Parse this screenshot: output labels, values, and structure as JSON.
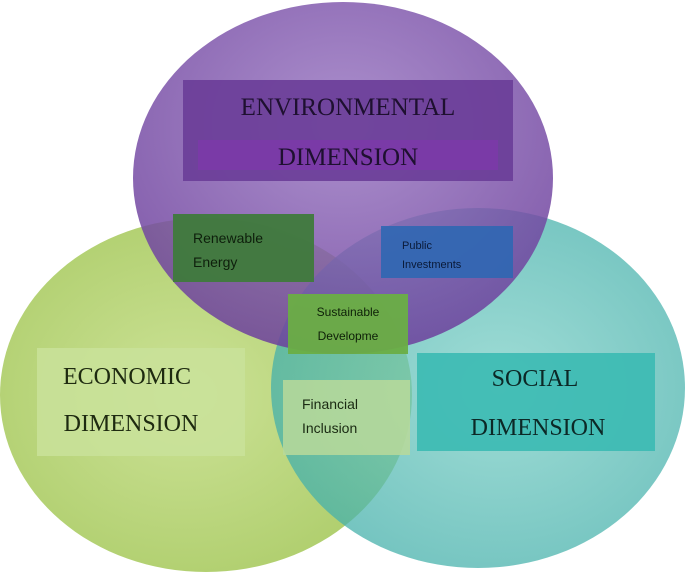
{
  "colors": {
    "environmental": "#7b4fa8",
    "economic": "#a7c957",
    "social": "#45b8b0",
    "renewable_box": "#3f7a3c",
    "public_box": "#2f67b3",
    "sustainable_box": "#6aae45",
    "financial_box": "#b9d99a"
  },
  "dimensions": {
    "environmental": {
      "line1": "ENVIRONMENTAL",
      "line2": "DIMENSION"
    },
    "economic": {
      "line1": "ECONOMIC",
      "line2": "DIMENSION"
    },
    "social": {
      "line1": "SOCIAL",
      "line2": "DIMENSION"
    }
  },
  "overlaps": {
    "renewable": {
      "line1": "Renewable",
      "line2": "Energy"
    },
    "public": {
      "line1": "Public",
      "line2": "Investments"
    },
    "sustainable": {
      "line1": "Sustainable",
      "line2": "Developme"
    },
    "financial": {
      "line1": "Financial",
      "line2": "Inclusion"
    }
  }
}
